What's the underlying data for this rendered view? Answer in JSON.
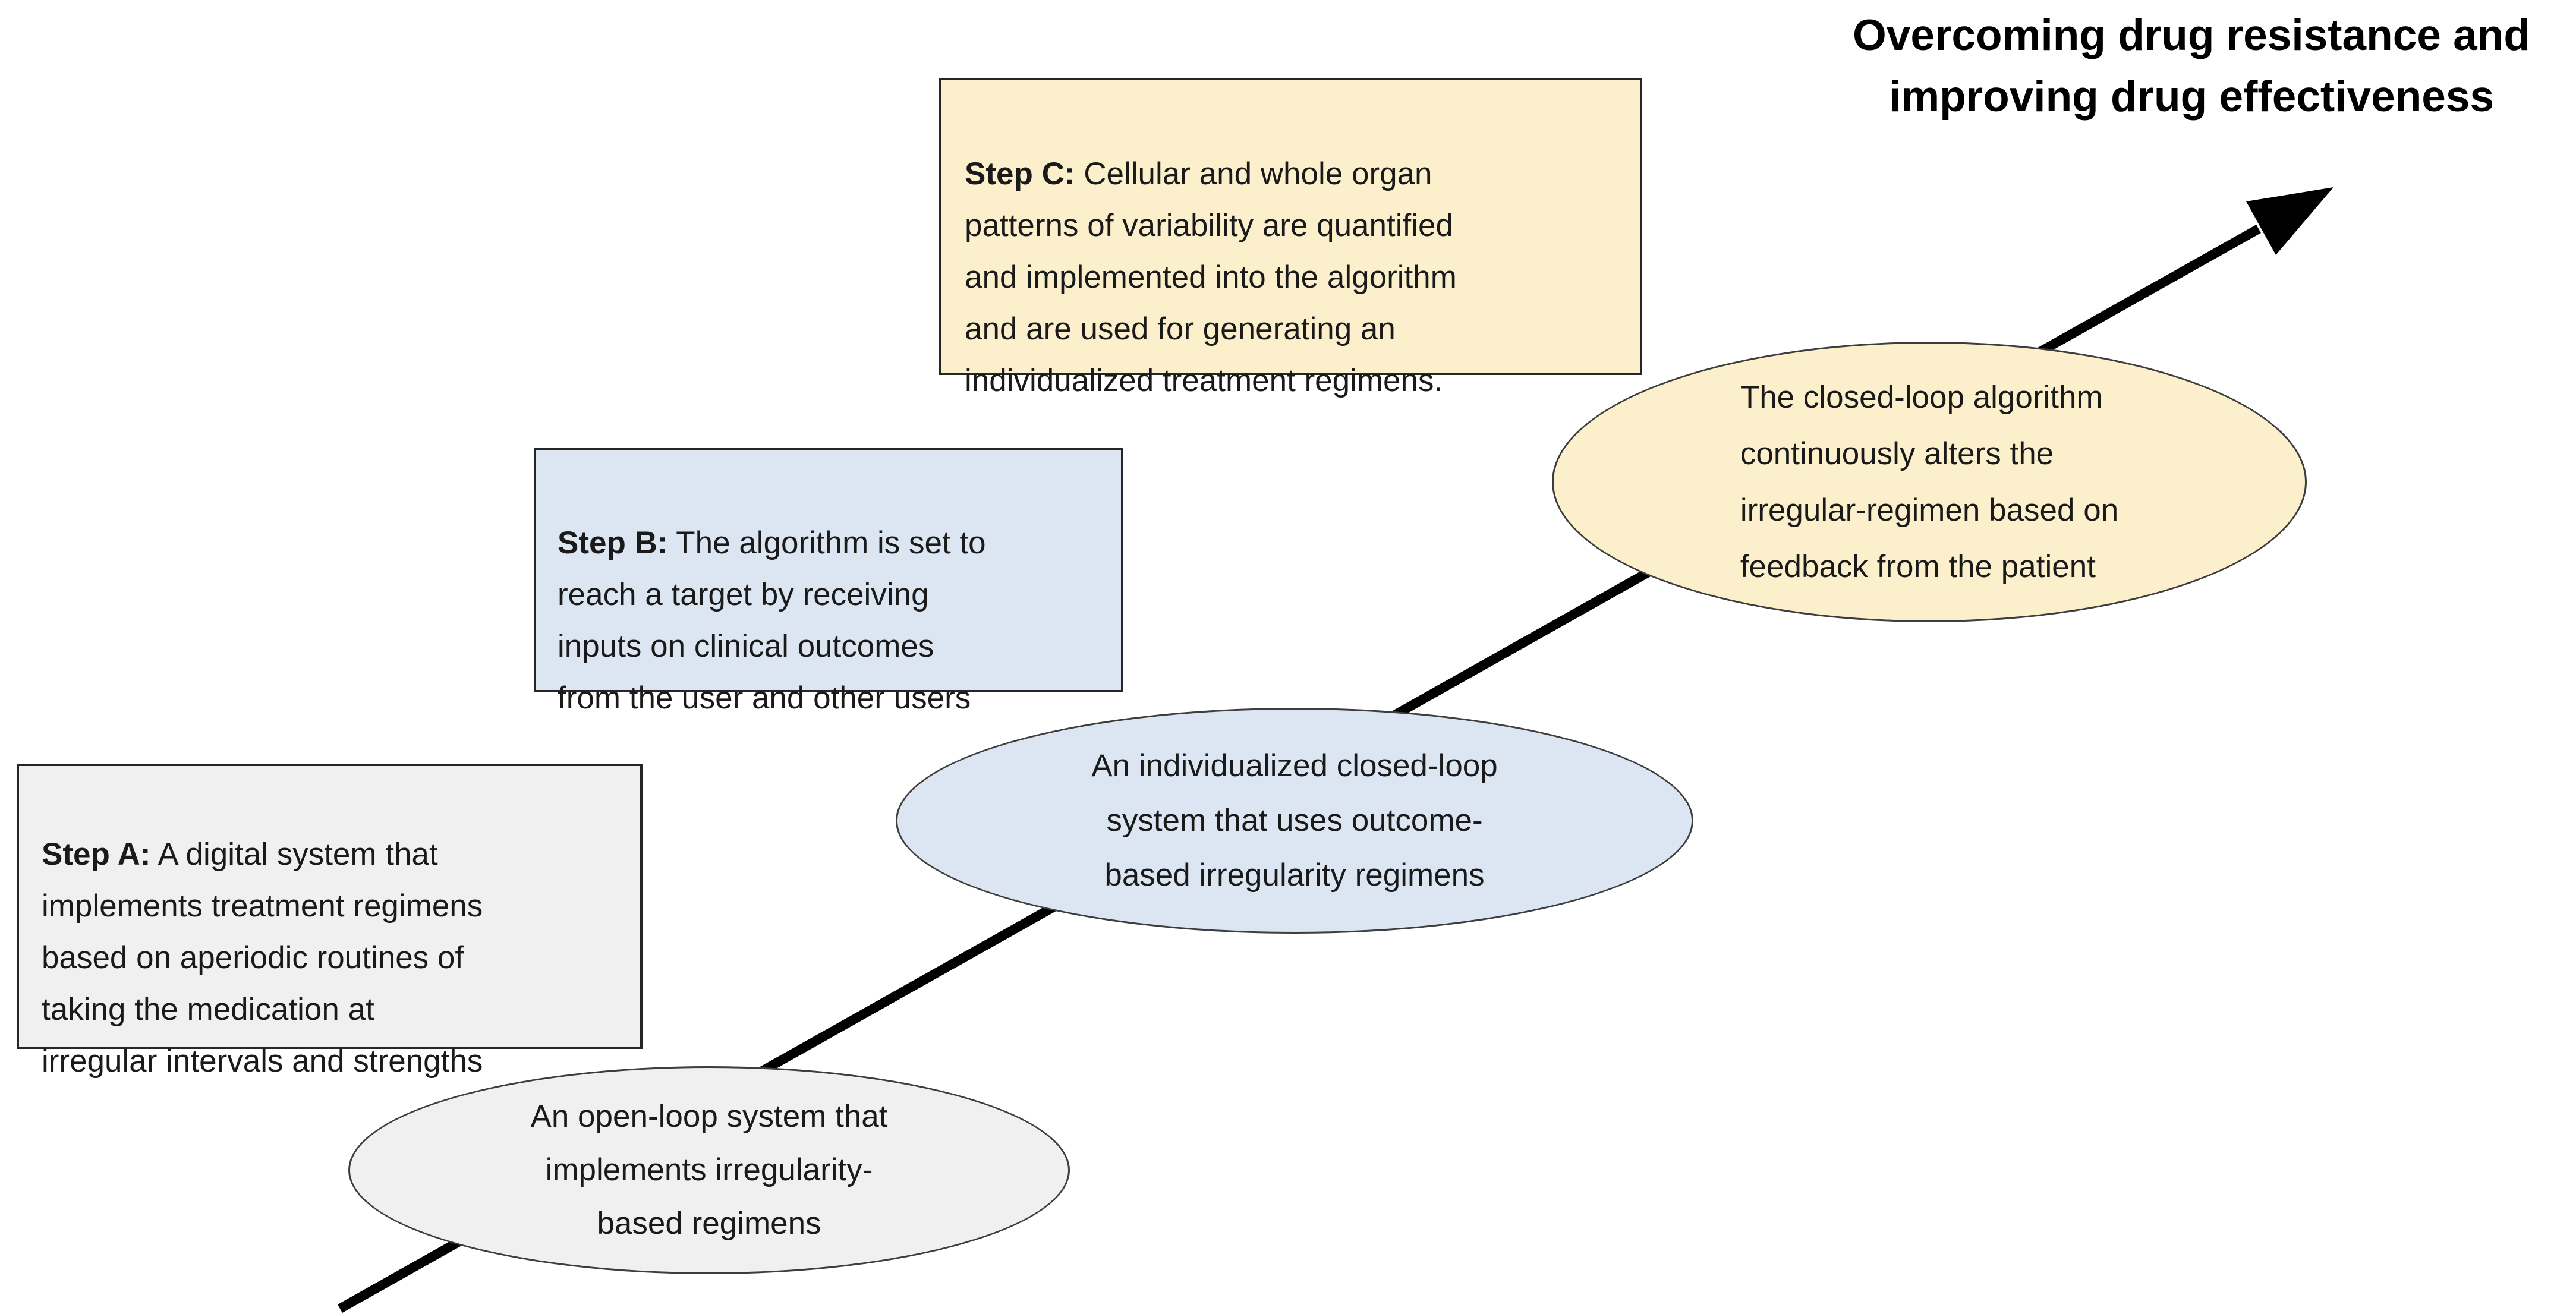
{
  "title": {
    "text": "Overcoming drug resistance and\nimproving drug effectiveness"
  },
  "boxes": [
    {
      "id": "step-a",
      "label": "Step A:",
      "body": " A digital system that\nimplements treatment regimens\nbased on aperiodic routines of\ntaking the medication at\nirregular intervals and strengths"
    },
    {
      "id": "step-b",
      "label": "Step B:",
      "body": " The algorithm is set to\nreach a target by receiving\ninputs on clinical outcomes\nfrom the user and other users"
    },
    {
      "id": "step-c",
      "label": "Step C:",
      "body": " Cellular and whole organ\npatterns of variability are quantified\nand implemented into the algorithm\nand are used for generating an\nindividualized treatment regimens."
    }
  ],
  "ellipses": [
    {
      "id": "open-loop",
      "text": "An open-loop system that\nimplements irregularity-\nbased regimens"
    },
    {
      "id": "individualized-closed-loop",
      "text": "An individualized closed-loop\nsystem that uses outcome-\nbased irregularity regimens"
    },
    {
      "id": "closed-loop-feedback",
      "text": "The closed-loop algorithm\ncontinuously alters the\nirregular-regimen based on\nfeedback from the patient"
    }
  ],
  "colors": {
    "cream": "#FBF0CB",
    "light_blue": "#DCE6F2",
    "light_gray": "#F0F0F0",
    "arrow": "#000000",
    "border": "#262626"
  }
}
